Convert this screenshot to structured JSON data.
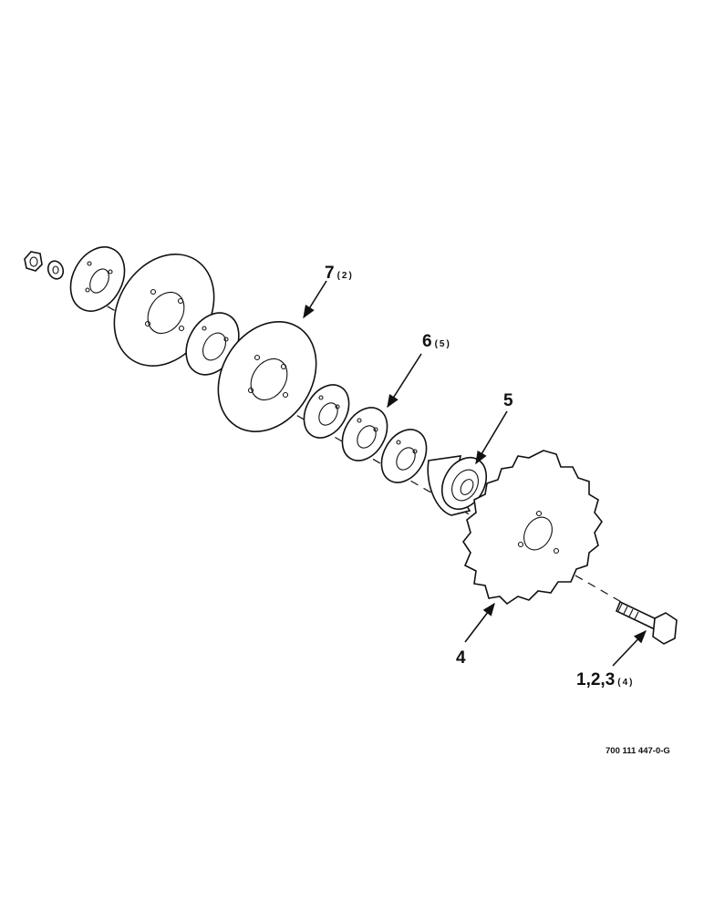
{
  "callouts": [
    {
      "number": "7",
      "quantity": "(2)"
    },
    {
      "number": "6",
      "quantity": "(5)"
    },
    {
      "number": "5",
      "quantity": ""
    },
    {
      "number": "4",
      "quantity": ""
    },
    {
      "number": "1,2,3",
      "quantity": "(4)"
    }
  ],
  "drawing_number": "700 111 447-0-G"
}
